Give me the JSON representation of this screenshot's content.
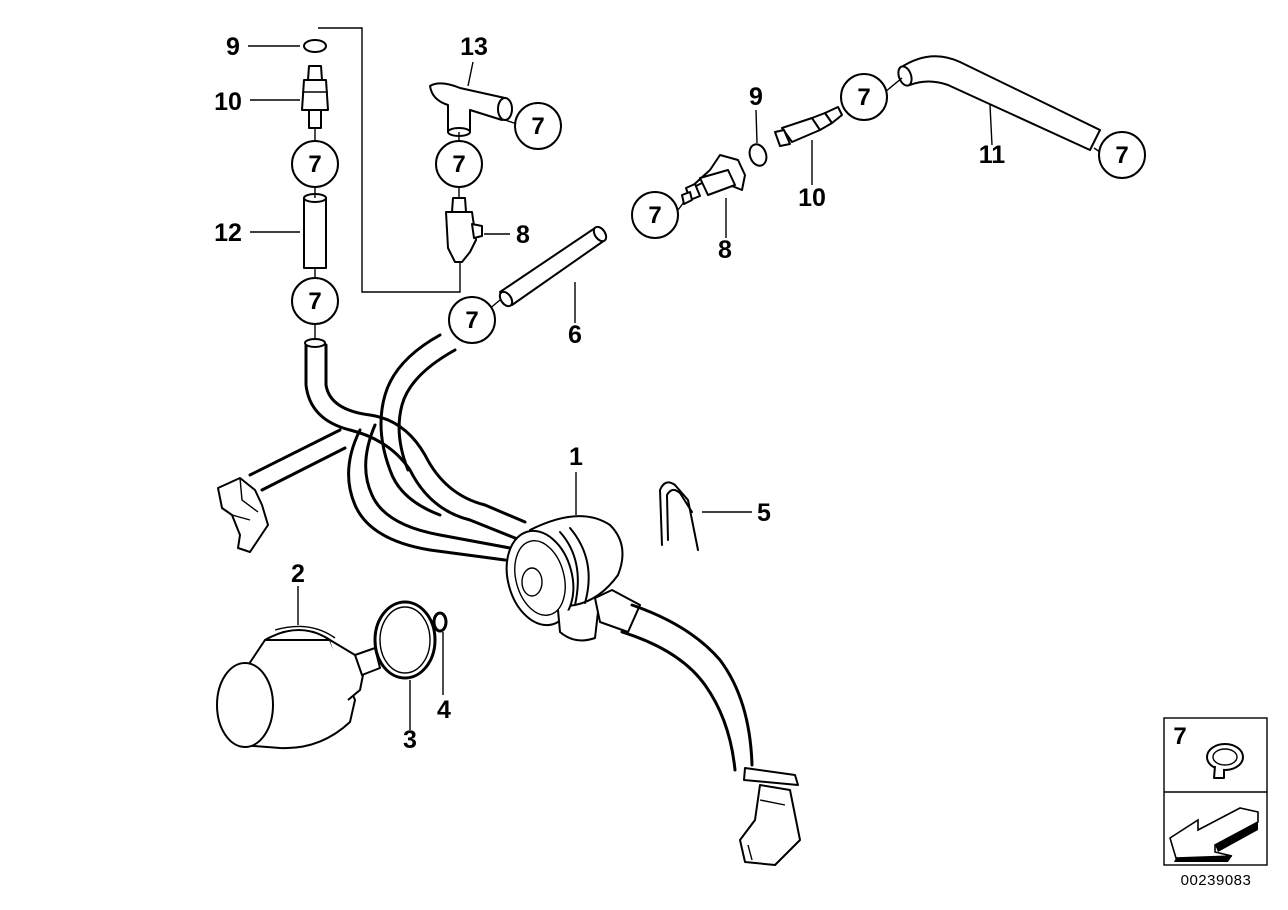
{
  "callouts": {
    "c1": "1",
    "c2": "2",
    "c3": "3",
    "c4": "4",
    "c5": "5",
    "c6": "6",
    "c8a": "8",
    "c8b": "8",
    "c9a": "9",
    "c9b": "9",
    "c10a": "10",
    "c10b": "10",
    "c11": "11",
    "c12": "12",
    "c13": "13"
  },
  "clamp_circles": [
    {
      "label": "7"
    },
    {
      "label": "7"
    },
    {
      "label": "7"
    },
    {
      "label": "7"
    },
    {
      "label": "7"
    },
    {
      "label": "7"
    },
    {
      "label": "7"
    },
    {
      "label": "7"
    },
    {
      "label": "7"
    }
  ],
  "legend": {
    "clamp_label": "7"
  },
  "reference_number": "00239083"
}
